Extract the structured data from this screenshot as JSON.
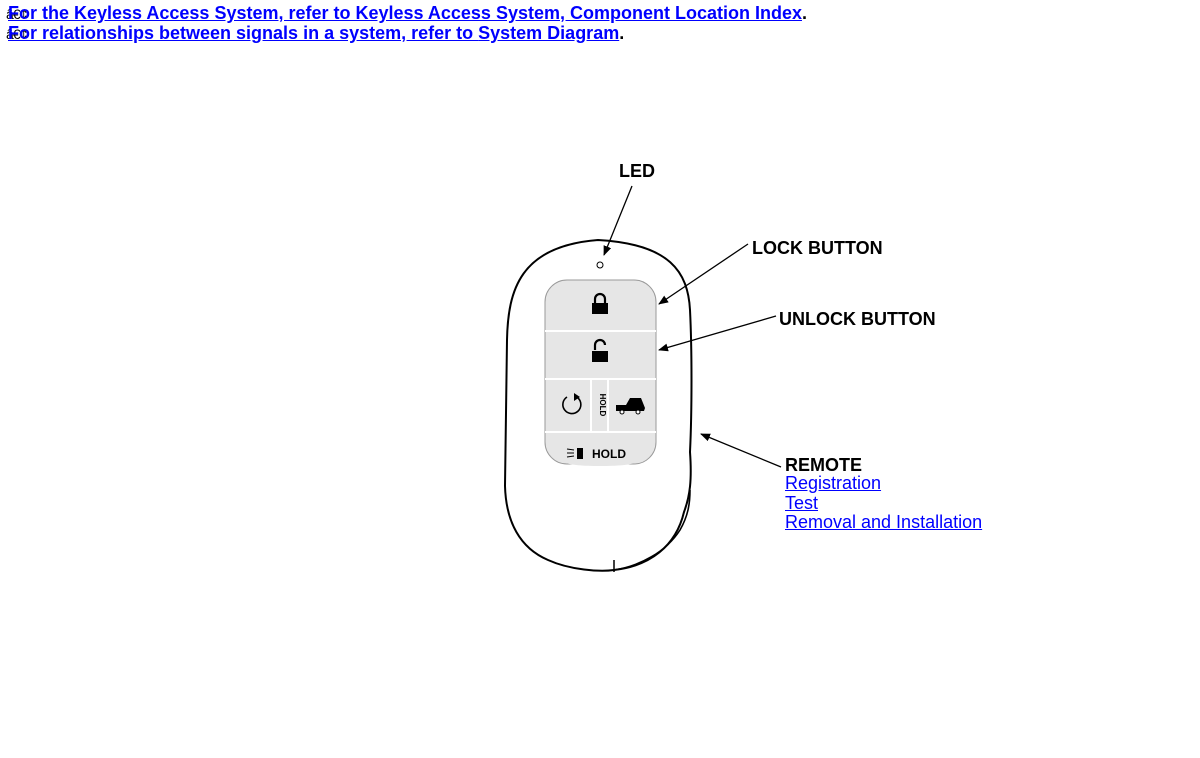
{
  "references": [
    {
      "bullet": "â€¢",
      "prefix": "For the Keyless Access System, refer to ",
      "link": "Keyless Access System, Component Location Index",
      "suffix": "."
    },
    {
      "bullet": "â€¢",
      "prefix": "For relationships between signals in a system, refer to ",
      "link": "System Diagram",
      "suffix": "."
    }
  ],
  "diagram": {
    "callouts": {
      "led": "LED",
      "lock_button": "LOCK BUTTON",
      "unlock_button": "UNLOCK BUTTON",
      "remote": "REMOTE"
    },
    "remote_links": [
      "Registration",
      "Test",
      "Removal and Installation"
    ],
    "button_labels": {
      "hold_vertical": "HOLD",
      "hold_bottom": "HOLD"
    },
    "icons": [
      "lock-closed-icon",
      "lock-open-icon",
      "remote-start-icon",
      "hatch-icon",
      "panic-light-icon"
    ]
  }
}
